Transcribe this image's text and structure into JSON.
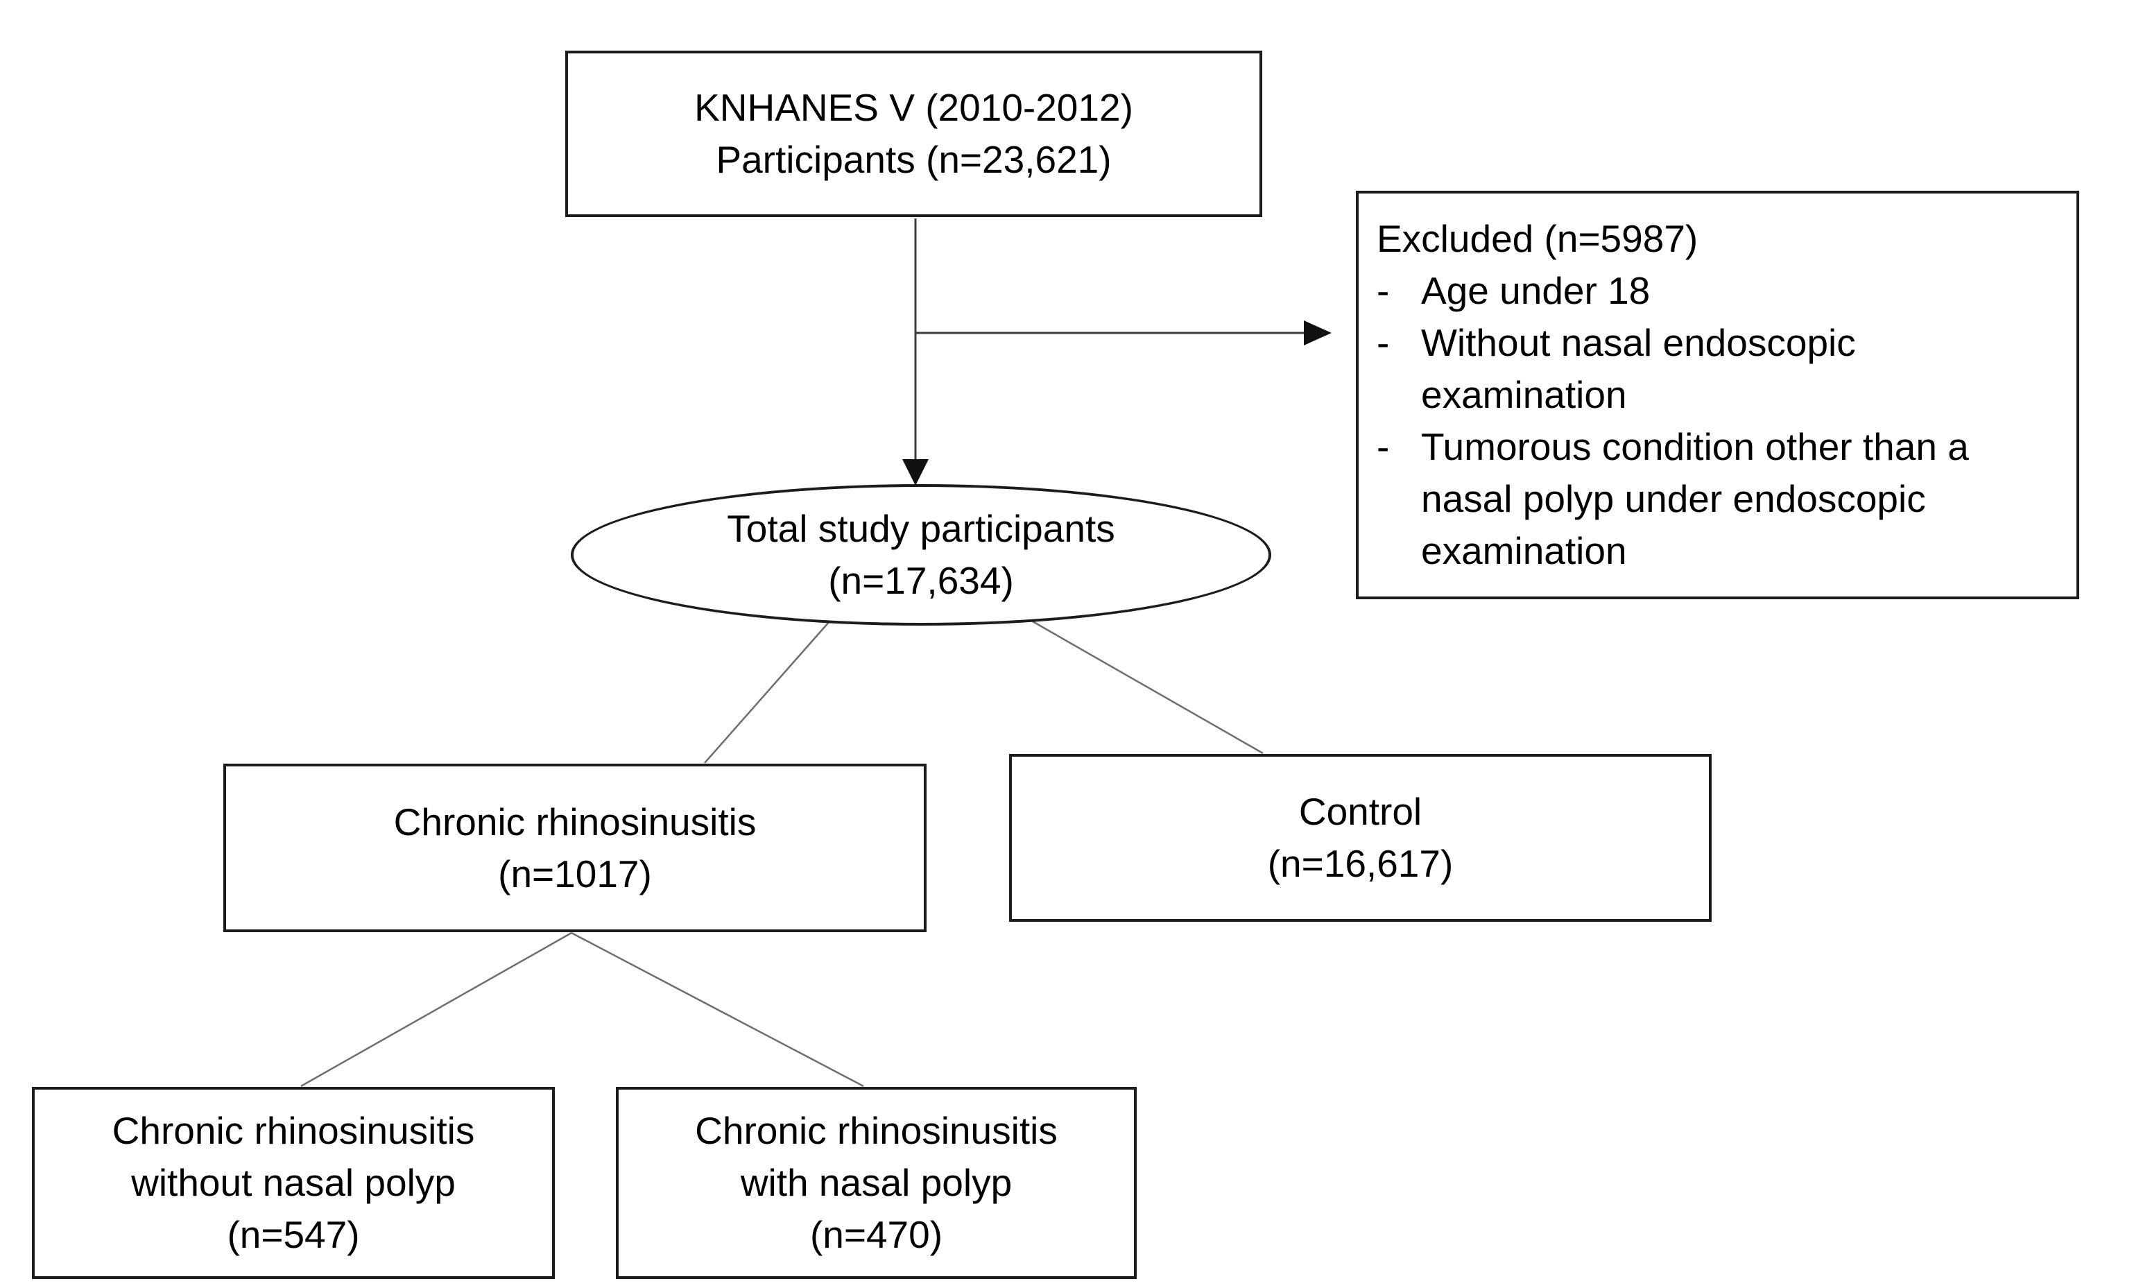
{
  "diagram": {
    "nodes": {
      "source": {
        "line1": "KNHANES V (2010-2012)",
        "line2": "Participants (n=23,621)"
      },
      "excluded": {
        "title": "Excluded (n=5987)",
        "bullet": "-",
        "items": [
          "Age under 18",
          "Without nasal endoscopic examination",
          "Tumorous condition other than a nasal polyp under endoscopic examination"
        ]
      },
      "total": {
        "line1": "Total study participants",
        "line2": "(n=17,634)"
      },
      "crs": {
        "line1": "Chronic rhinosinusitis",
        "line2": "(n=1017)"
      },
      "control": {
        "line1": "Control",
        "line2": "(n=16,617)"
      },
      "crs_without": {
        "line1": "Chronic rhinosinusitis",
        "line2": "without nasal polyp",
        "line3": "(n=547)"
      },
      "crs_with": {
        "line1": "Chronic rhinosinusitis",
        "line2": "with nasal polyp",
        "line3": "(n=470)"
      }
    },
    "colors": {
      "background": "#ffffff",
      "box_border": "#1c1c1c",
      "text": "#000000",
      "arrow": "#3c3c3c",
      "arrowhead": "#111111",
      "edge": "#6e6e6e"
    }
  }
}
